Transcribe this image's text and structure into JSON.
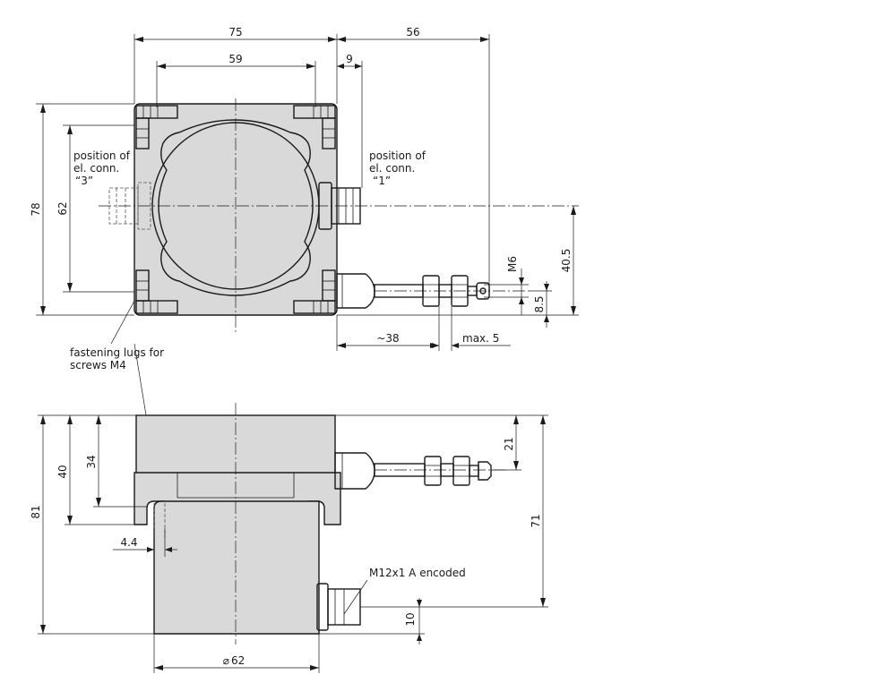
{
  "dimensions": {
    "top_width": "75",
    "top_width_right": "56",
    "lug_spacing": "59",
    "connector_offset": "9",
    "height_total": "78",
    "lug_height": "62",
    "axis_height": "40.5",
    "thread": "M6",
    "rod_height": "8.5",
    "cable_length": "~38",
    "max_travel": "max. 5",
    "side_total": "81",
    "side_flange": "40",
    "side_upper": "34",
    "side_rod": "21",
    "side_right": "71",
    "lug_width": "4.4",
    "connector_height": "10",
    "diameter": "62"
  },
  "notes": {
    "conn3_line1": "position of",
    "conn3_line2": "el. conn.",
    "conn3_line3": "“3”",
    "conn1_line1": "position of",
    "conn1_line2": "el. conn.",
    "conn1_line3": "“1”",
    "lugs_line1": "fastening lugs for",
    "lugs_line2": "screws M4",
    "connector_spec": "M12x1 A encoded"
  },
  "symbols": {
    "diameter_sign": "⌀"
  },
  "colors": {
    "body": "#d9d9d9",
    "line": "#1a1a1a"
  }
}
